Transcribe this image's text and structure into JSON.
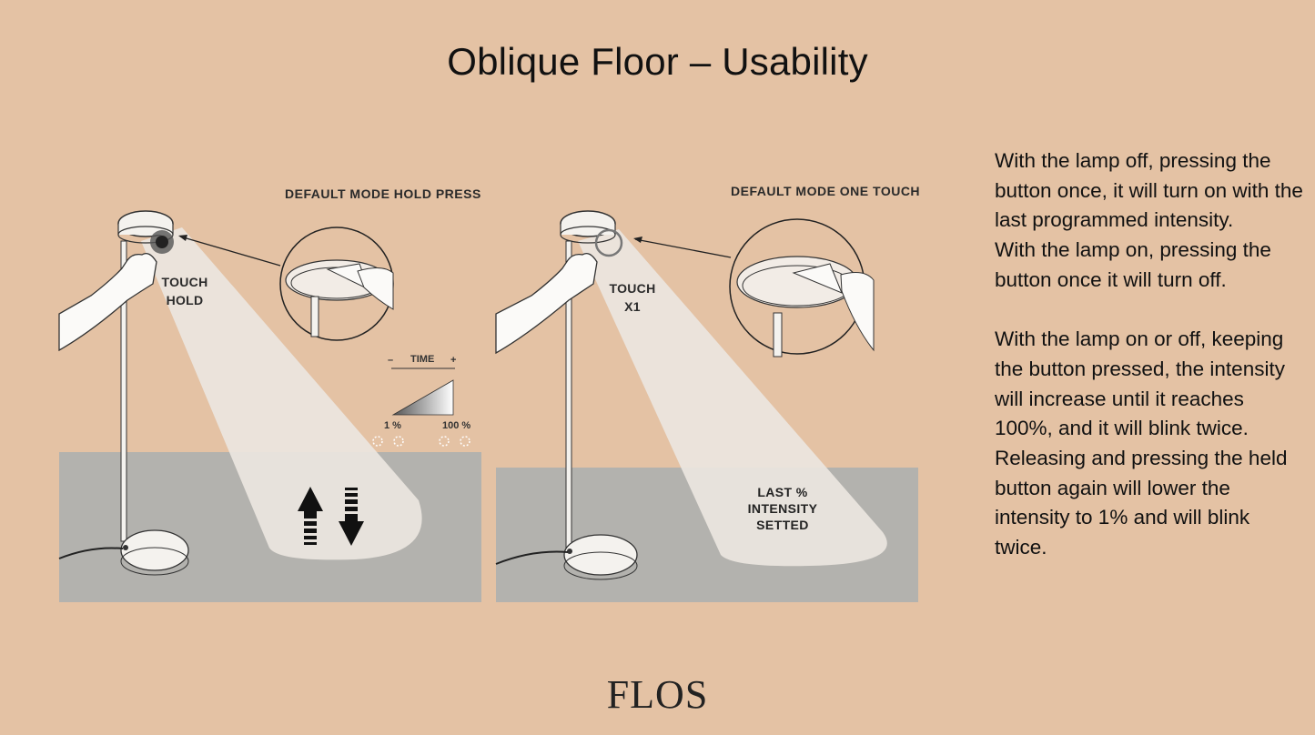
{
  "title": "Oblique Floor – Usability",
  "panels": {
    "hold": {
      "caption": "DEFAULT MODE HOLD PRESS",
      "touch_line1": "TOUCH",
      "touch_line2": "HOLD",
      "time_label": "TIME",
      "time_minus": "–",
      "time_plus": "+",
      "min_label": "1 %",
      "max_label": "100 %"
    },
    "one_touch": {
      "caption": "DEFAULT MODE ONE TOUCH",
      "touch_line1": "TOUCH",
      "touch_line2": "X1",
      "intensity_line1": "LAST %",
      "intensity_line2": "INTENSITY",
      "intensity_line3": "SETTED"
    }
  },
  "description": {
    "p1": "With the lamp off, pressing the button once, it will turn on with the last programmed intensity.",
    "p2": "With the lamp on, pressing the button once it will turn off.",
    "p3": "With the lamp on or off, keeping the button pressed, the intensity will increase until it reaches 100%, and it will blink twice. Releasing and pressing the held button again will lower the intensity to 1% and will blink twice."
  },
  "logo": "FLOS",
  "colors": {
    "background": "#e4c2a4",
    "floor": "#b3b2ae",
    "light_beam": "#ebe6e0",
    "text": "#111111"
  }
}
